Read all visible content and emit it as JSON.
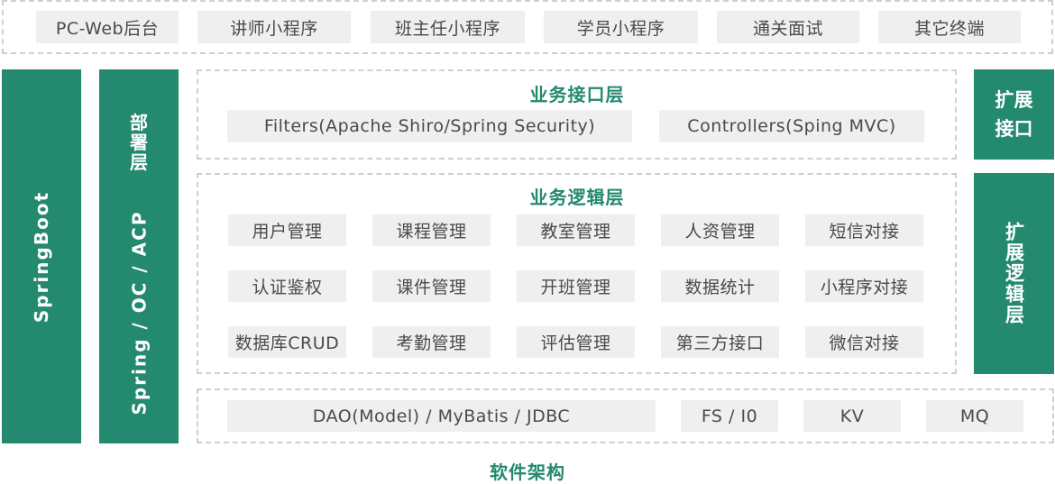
{
  "terminals": [
    "PC-Web后台",
    "讲师小程序",
    "班主任小程序",
    "学员小程序",
    "通关面试",
    "其它终端"
  ],
  "springboot_label": "SpringBoot",
  "deploy": {
    "label_chars": [
      "部",
      "署",
      "层"
    ],
    "stack": "Spring / OC / ACP"
  },
  "interface_layer": {
    "title": "业务接口层",
    "items": [
      "Filters(Apache Shiro/Spring Security)",
      "Controllers(Sping MVC)"
    ]
  },
  "logic_layer": {
    "title": "业务逻辑层",
    "rows": [
      [
        "用户管理",
        "课程管理",
        "教室管理",
        "人资管理",
        "短信对接"
      ],
      [
        "认证鉴权",
        "课件管理",
        "开班管理",
        "数据统计",
        "小程序对接"
      ],
      [
        "数据库CRUD",
        "考勤管理",
        "评估管理",
        "第三方接口",
        "微信对接"
      ]
    ]
  },
  "data_layer": {
    "items": [
      "DAO(Model) / MyBatis / JDBC",
      "FS / I0",
      "KV",
      "MQ"
    ]
  },
  "ext_interface": [
    "扩展",
    "接口"
  ],
  "ext_logic": "扩展逻辑层",
  "caption": "软件架构"
}
